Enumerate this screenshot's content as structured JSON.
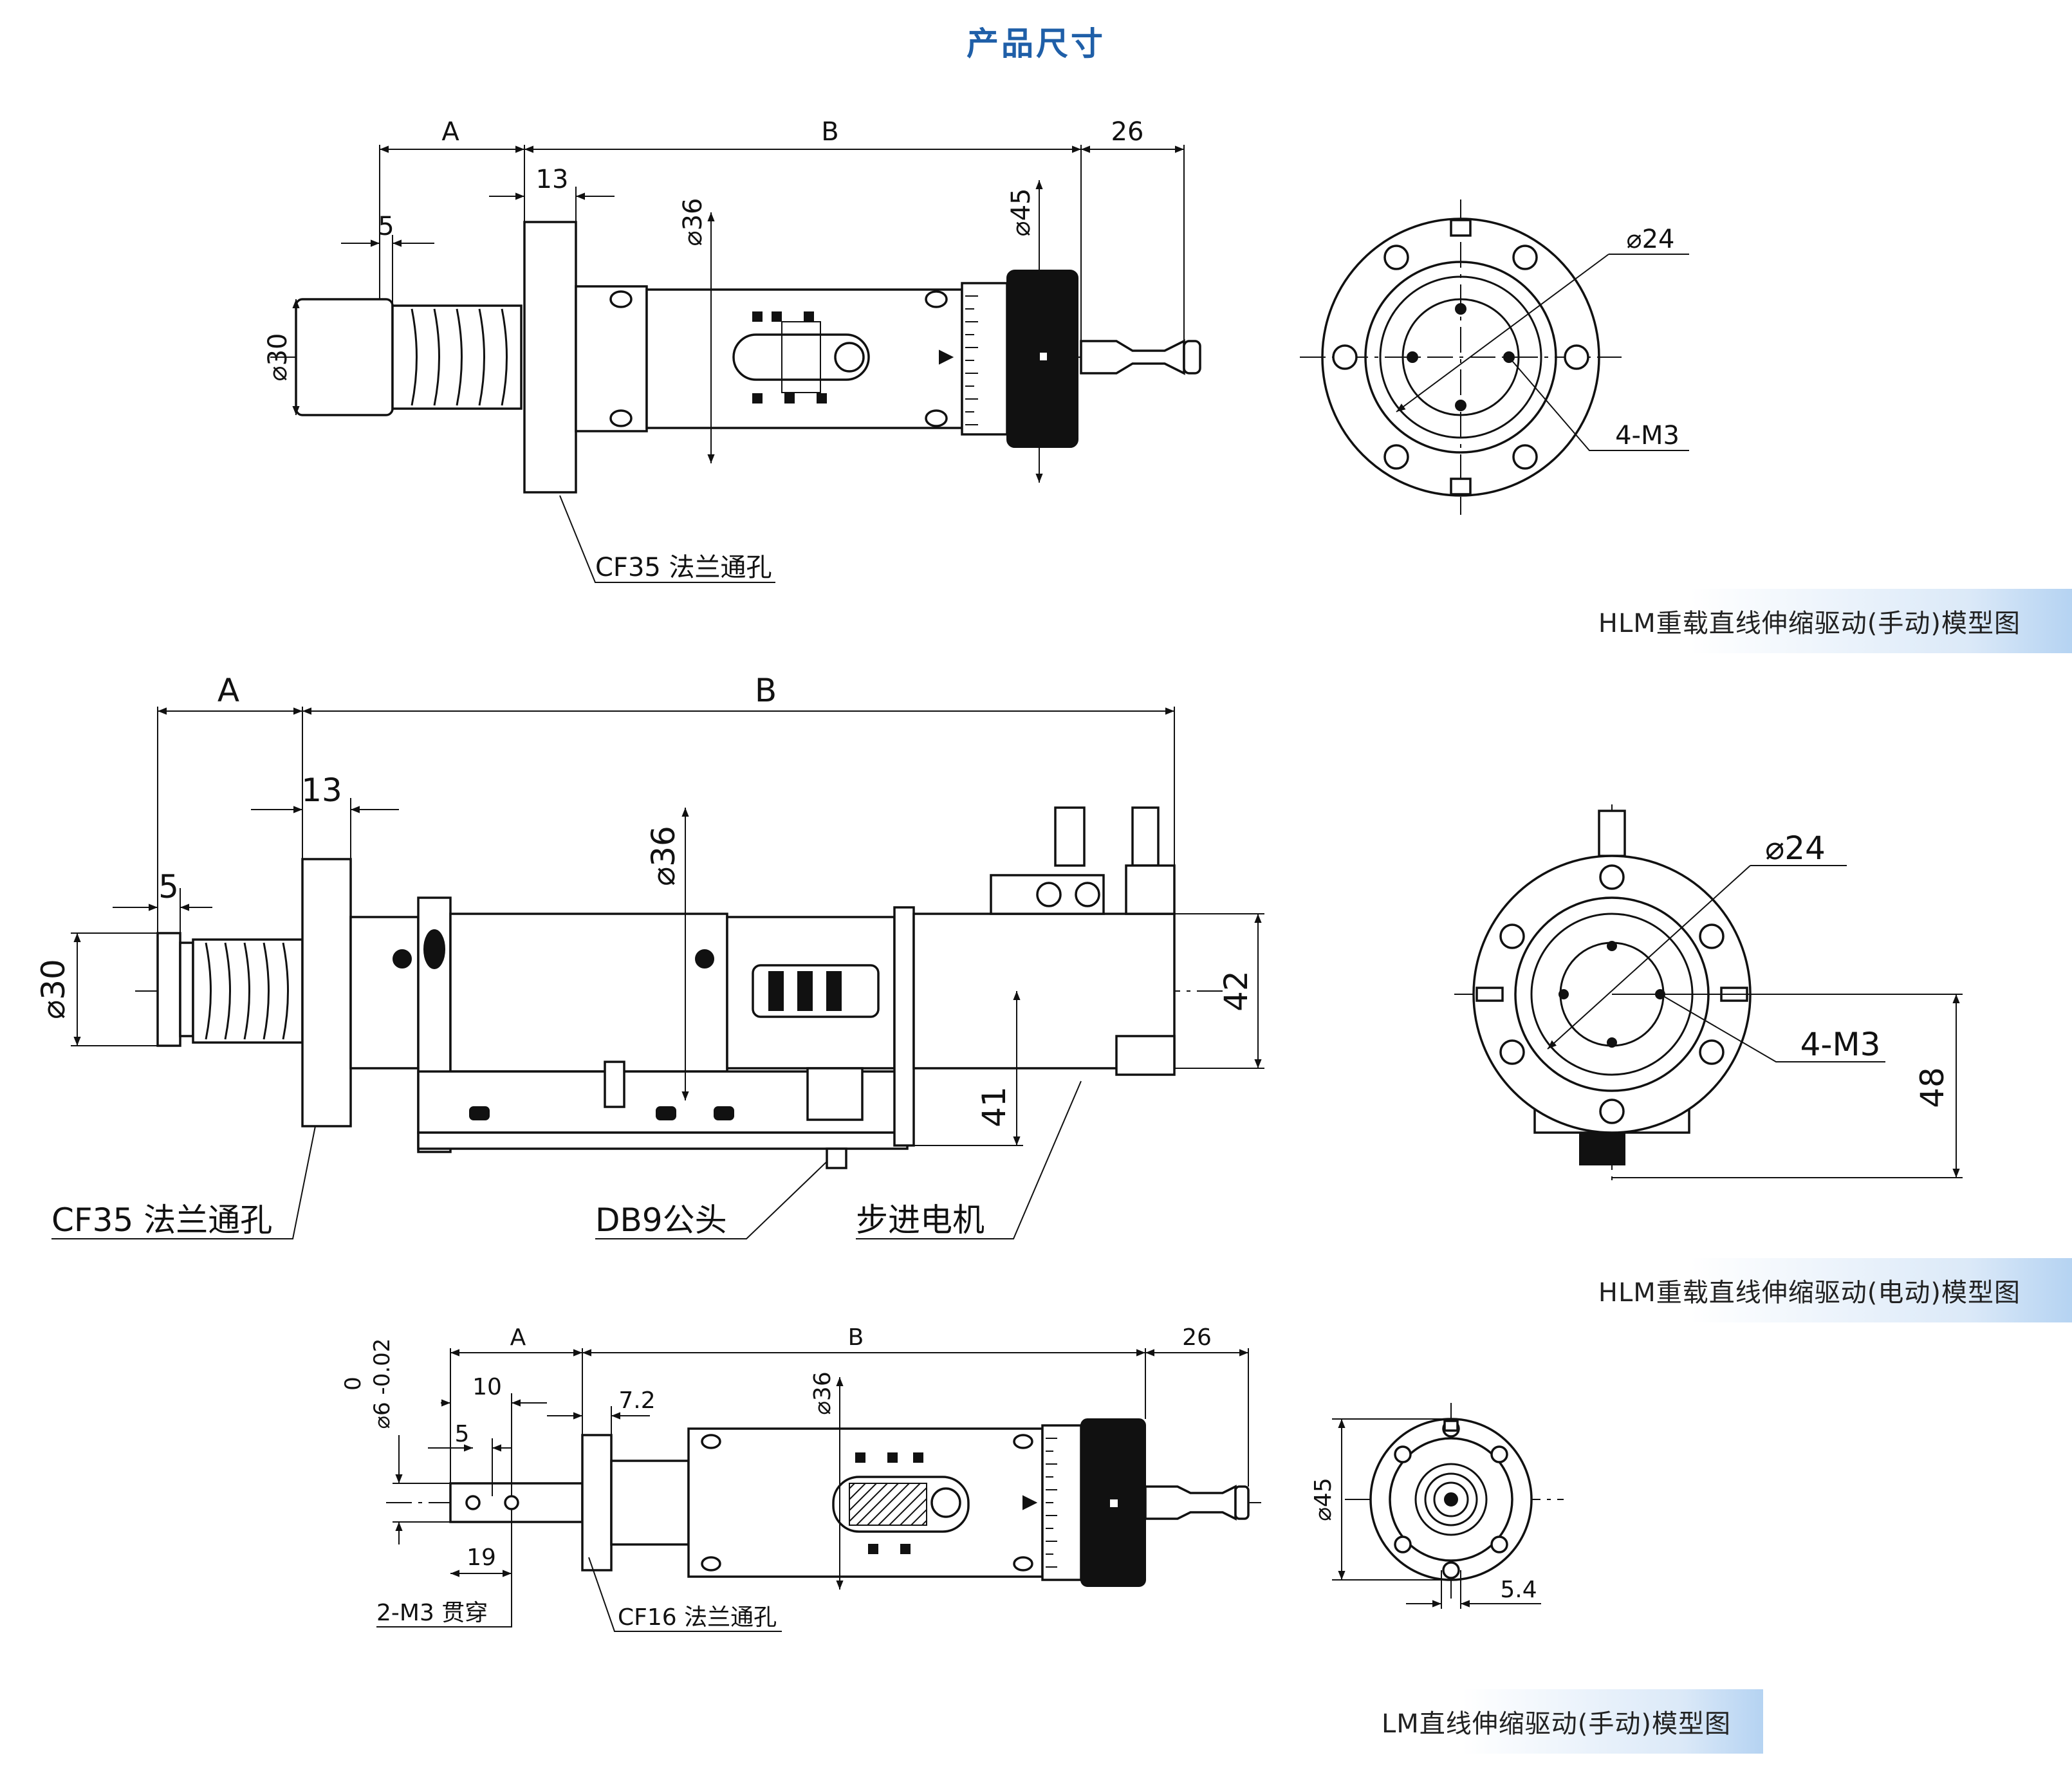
{
  "title": "产品尺寸",
  "drawings": [
    {
      "id": "manual",
      "caption": "HLM重载直线伸缩驱动(手动)模型图",
      "dims": {
        "a": "A",
        "b": "B",
        "d26": "26",
        "d13": "13",
        "d5": "5",
        "d30": "⌀30",
        "d36": "⌀36",
        "d45": "⌀45"
      },
      "labels": {
        "flange": "CF35 法兰通孔"
      },
      "end_view": {
        "d24": "⌀24",
        "m3": "4-M3"
      }
    },
    {
      "id": "electric",
      "caption": "HLM重载直线伸缩驱动(电动)模型图",
      "dims": {
        "a": "A",
        "b": "B",
        "d13": "13",
        "d5": "5",
        "d30": "⌀30",
        "d36": "⌀36",
        "d42": "42",
        "d41": "41"
      },
      "labels": {
        "flange": "CF35 法兰通孔",
        "db9": "DB9公头",
        "motor": "步进电机"
      },
      "end_view": {
        "d24": "⌀24",
        "m3": "4-M3",
        "d48": "48"
      }
    },
    {
      "id": "lm_manual",
      "caption": "LM直线伸缩驱动(手动)模型图",
      "dims": {
        "a": "A",
        "b": "B",
        "d26": "26",
        "d10": "10",
        "d72": "7.2",
        "d5": "5",
        "d19": "19",
        "d36": "⌀36",
        "tol_upper": "0",
        "tol": "⌀6 -0.02"
      },
      "labels": {
        "m3": "2-M3 贯穿",
        "flange": "CF16 法兰通孔"
      },
      "end_view": {
        "d45": "⌀45",
        "d54": "5.4"
      }
    }
  ]
}
